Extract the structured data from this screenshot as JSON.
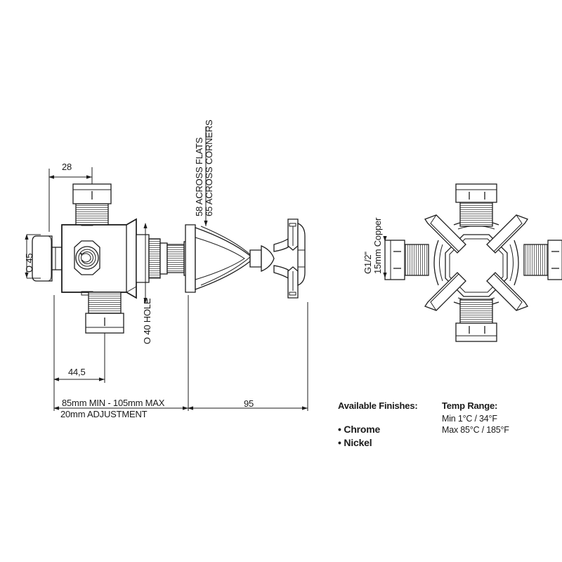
{
  "document": {
    "type": "engineering-drawing",
    "subject": "Thermostatic mixing valve with cross handle",
    "background_color": "#ffffff",
    "line_color": "#1d1d1d",
    "views": [
      {
        "name": "side-elevation-view",
        "position": "left"
      },
      {
        "name": "front-elevation-view",
        "position": "right"
      }
    ]
  },
  "dimensions": {
    "top_left_28": "28",
    "diameter_45": "O 45",
    "hole_40": "O 40 HOLE",
    "offset_44_5": "44,5",
    "projection_95": "95",
    "adjust_range": "85mm MIN - 105mm MAX",
    "adjust_amount": "20mm ADJUSTMENT",
    "across_flats": "58 ACROSS FLATS",
    "across_corners": "65 ACROSS CORNERS",
    "inlet_thread": "G1/2\"",
    "inlet_pipe": "15mm Copper"
  },
  "notes": {
    "finishes_title": "Available Finishes:",
    "finishes": [
      {
        "bullet": "•",
        "label": "Chrome"
      },
      {
        "bullet": "•",
        "label": "Nickel"
      }
    ],
    "temp_title": "Temp Range:",
    "temp_min": "Min 1°C / 34°F",
    "temp_max": "Max 85°C / 185°F"
  }
}
